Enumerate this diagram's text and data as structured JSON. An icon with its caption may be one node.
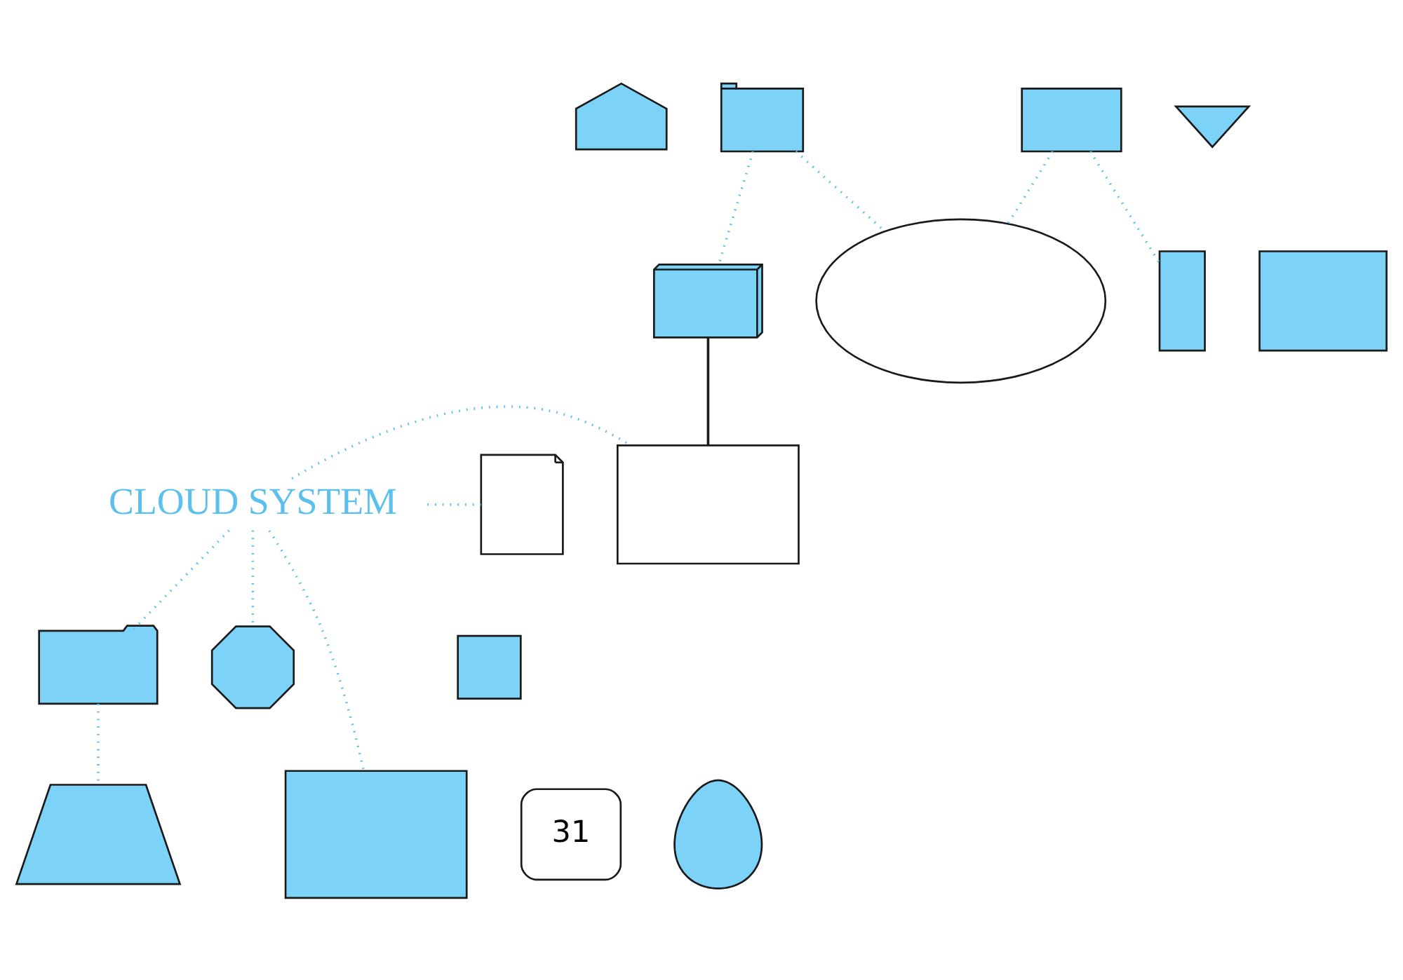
{
  "diagram": {
    "nodes": [
      {
        "text": [],
        "shape": "house"
      },
      {
        "text": [],
        "shape": "device"
      },
      {
        "text": [],
        "shape": "wifi"
      },
      {
        "text": [],
        "shape": "envelope"
      },
      {
        "text": [],
        "shape": "box"
      },
      {
        "text": [],
        "shape": "cloud"
      },
      {
        "text": [],
        "shape": "chart"
      },
      {
        "text": [],
        "shape": "speaker"
      },
      {
        "text": [],
        "shape": "computer"
      },
      {
        "text": [
          "CLOUD SYSTEM"
        ]
      },
      {
        "text": [],
        "shape": "document"
      },
      {
        "text": [],
        "shape": "folder"
      },
      {
        "text": [],
        "shape": "lock"
      },
      {
        "text": [],
        "shape": "gear"
      },
      {
        "text": [],
        "shape": "laptop"
      },
      {
        "text": [],
        "shape": "monitor"
      },
      {
        "text": [
          "31"
        ]
      },
      {
        "text": [],
        "shape": "bulb"
      }
    ],
    "edges": [
      {
        "from": 1,
        "to": 4,
        "arrow": "none",
        "style": "dashed"
      },
      {
        "from": 1,
        "to": 5,
        "arrow": "none",
        "style": "dashed"
      },
      {
        "from": 3,
        "to": 5,
        "arrow": "none",
        "style": "dashed"
      },
      {
        "from": 3,
        "to": 7,
        "arrow": "none",
        "style": "dashed"
      },
      {
        "from": 4,
        "to": 8,
        "arrow": "none",
        "color": "#1a1a1a"
      },
      {
        "from": 9,
        "to": 8,
        "arrow": "none",
        "style": "dashed"
      },
      {
        "from": 9,
        "to": 10,
        "arrow": "none",
        "style": "dashed"
      },
      {
        "from": 9,
        "to": 11,
        "arrow": "none",
        "style": "dashed"
      },
      {
        "from": 9,
        "to": 15,
        "arrow": "none",
        "style": "dashed"
      },
      {
        "from": 9,
        "to": 13,
        "arrow": "none",
        "style": "dashed"
      },
      {
        "from": 11,
        "to": 14,
        "arrow": "none",
        "style": "dashed"
      }
    ]
  }
}
